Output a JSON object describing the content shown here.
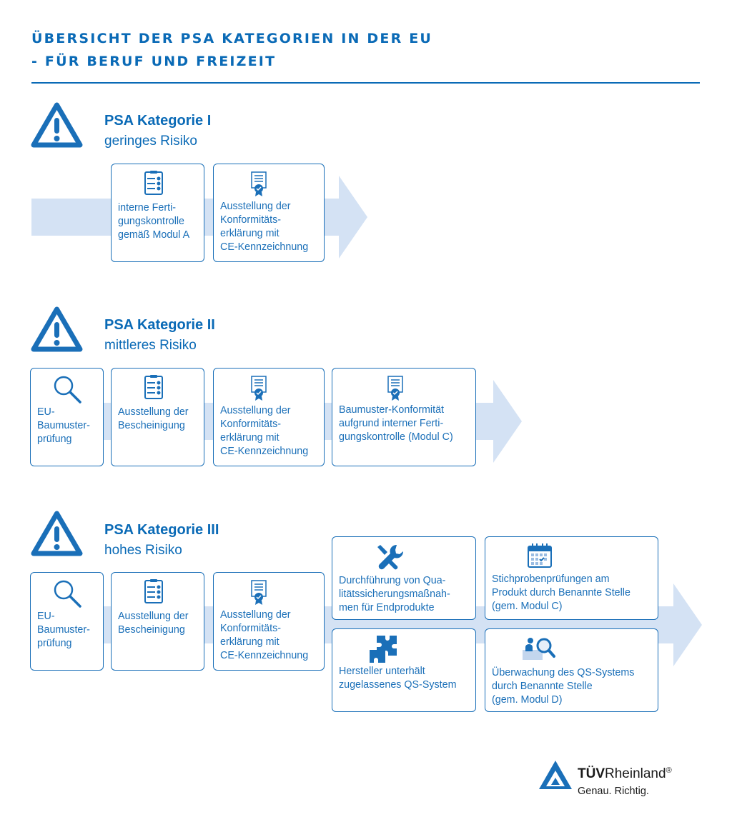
{
  "title": {
    "line1": "ÜBERSICHT DER PSA KATEGORIEN IN DER EU",
    "line2": "- FÜR BERUF UND FREIZEIT"
  },
  "categories": [
    {
      "name": "PSA Kategorie I",
      "risk": "geringes Risiko",
      "steps": [
        {
          "icon": "checklist-icon",
          "text": "interne Ferti-\ngungskontrolle\ngemäß Modul A"
        },
        {
          "icon": "certificate-icon",
          "text": "Ausstellung der\nKonformitäts-\nerklärung mit\nCE-Kennzeichnung"
        }
      ]
    },
    {
      "name": "PSA Kategorie II",
      "risk": "mittleres Risiko",
      "steps": [
        {
          "icon": "magnifier-icon",
          "text": "EU-\nBaumuster-\nprüfung"
        },
        {
          "icon": "checklist-icon",
          "text": "Ausstellung der\nBescheinigung"
        },
        {
          "icon": "certificate-icon",
          "text": "Ausstellung der\nKonformitäts-\nerklärung mit\nCE-Kennzeichnung"
        },
        {
          "icon": "certificate-icon",
          "text": "Baumuster-Konformität\naufgrund interner Ferti-\ngungskontrolle (Modul C)"
        }
      ]
    },
    {
      "name": "PSA Kategorie III",
      "risk": "hohes Risiko",
      "steps": [
        {
          "icon": "magnifier-icon",
          "text": "EU-\nBaumuster-\nprüfung"
        },
        {
          "icon": "checklist-icon",
          "text": "Ausstellung der\nBescheinigung"
        },
        {
          "icon": "certificate-icon",
          "text": "Ausstellung der\nKonformitäts-\nerklärung mit\nCE-Kennzeichnung"
        }
      ],
      "options": [
        {
          "icon": "wrench-icon",
          "text": "Durchführung von Qua-\nlitätssicherungsmaßnah-\nmen für Endprodukte"
        },
        {
          "icon": "calendar-icon",
          "text": "Stichprobenprüfungen am\nProdukt durch Benannte Stelle\n(gem. Modul C)"
        },
        {
          "icon": "puzzle-icon",
          "text": "Hersteller unterhält\nzugelassenes QS-System"
        },
        {
          "icon": "inspection-icon",
          "text": "Überwachung des QS-Systems\ndurch Benannte Stelle\n(gem. Modul D)"
        }
      ]
    }
  ],
  "logo": {
    "brand_bold": "TÜV",
    "brand_regular": "Rheinland",
    "registered": "®",
    "slogan": "Genau. Richtig."
  },
  "colors": {
    "primary": "#1a6fb8",
    "arrow_fill": "#d4e2f4"
  }
}
